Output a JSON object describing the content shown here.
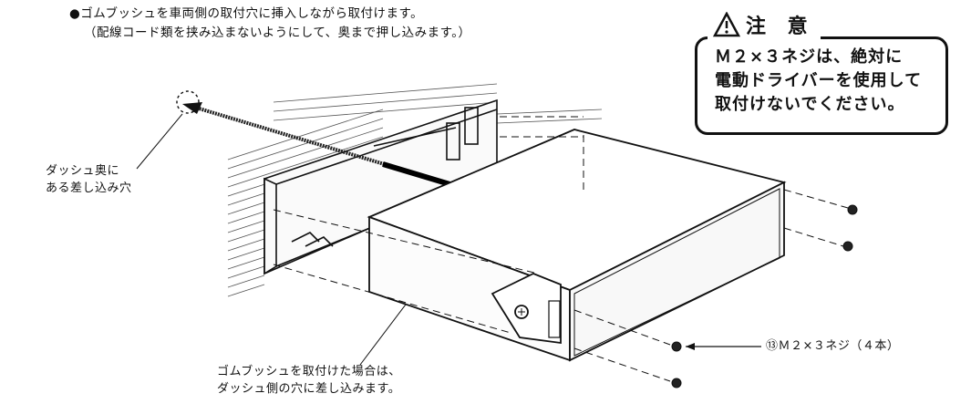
{
  "instructions": {
    "line1": "●ゴムブッシュを車両側の取付穴に挿入しながら取付けます。",
    "line2": "（配線コード類を挟み込まないようにして、奥まで押し込みます。）"
  },
  "caution": {
    "title": "注 意",
    "lines": [
      "Ｍ２×３ネジは、絶対に",
      "電動ドライバーを使用して",
      "取付けないでください。"
    ]
  },
  "callouts": {
    "dash_hole": [
      "ダッシュ奥に",
      "ある差し込み穴"
    ],
    "rubber_bush": [
      "ゴムブッシュを取付けた場合は、",
      "ダッシュ側の穴に差し込みます。"
    ]
  },
  "parts": {
    "screw_label": "⑬Ｍ２×３ネジ（４本）"
  },
  "icons": {
    "warning": "warning-triangle-icon",
    "screw": "screw-icon"
  }
}
